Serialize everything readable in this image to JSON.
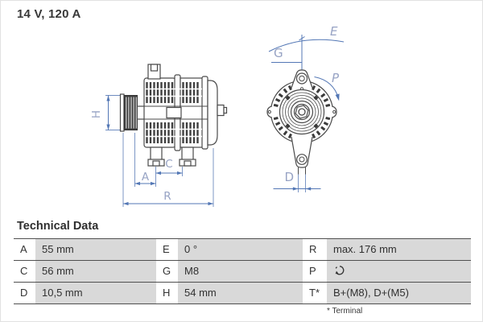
{
  "title": "14 V, 120 A",
  "diagrams": {
    "side_view": {
      "name": "alternator-side-view",
      "dim_h": "H",
      "dim_a": "A",
      "dim_c": "C",
      "dim_r": "R"
    },
    "front_view": {
      "name": "alternator-front-view",
      "dim_e": "E",
      "dim_g": "G",
      "dim_p": "P",
      "dim_d": "D"
    }
  },
  "table": {
    "heading": "Technical Data",
    "rows": [
      {
        "cells": [
          {
            "key": "A",
            "value": "55 mm"
          },
          {
            "key": "E",
            "value": "0 °"
          },
          {
            "key": "R",
            "value": "max. 176 mm"
          }
        ]
      },
      {
        "cells": [
          {
            "key": "C",
            "value": "56 mm"
          },
          {
            "key": "G",
            "value": "M8"
          },
          {
            "key": "P",
            "value": "",
            "icon": "rotation-direction"
          }
        ]
      },
      {
        "cells": [
          {
            "key": "D",
            "value": "10,5 mm"
          },
          {
            "key": "H",
            "value": "54 mm"
          },
          {
            "key": "T*",
            "value": "B+(M8), D+(M5)"
          }
        ]
      }
    ],
    "footnote": "* Terminal"
  },
  "colors": {
    "dimension_line": "#5377b5",
    "dimension_label": "#97a3c4",
    "value_cell_background": "#d9d9d9",
    "rule": "#505050",
    "text": "#333333"
  }
}
